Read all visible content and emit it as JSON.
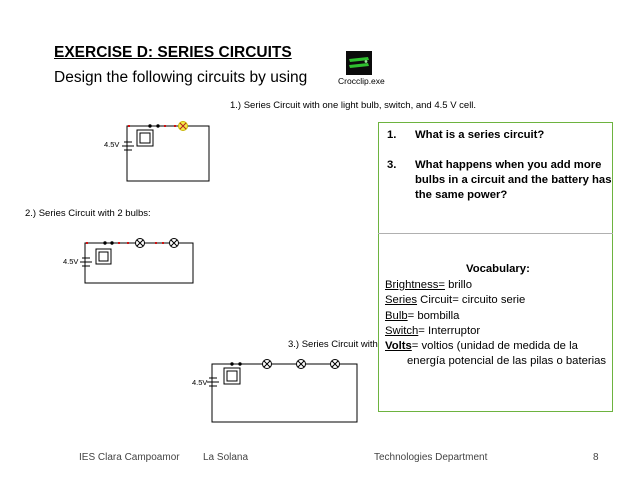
{
  "header": {
    "title": "EXERCISE D:  SERIES CIRCUITS",
    "subtitle": "Design the following circuits by using",
    "logo_label": "Crocclip.exe"
  },
  "circuits": [
    {
      "caption": "1.) Series Circuit with one  light bulb, switch, and 4.5 V cell.",
      "voltage": "4.5V"
    },
    {
      "caption": "2.) Series Circuit with 2 bulbs:",
      "voltage": "4.5V"
    },
    {
      "caption": "3.) Series Circuit with",
      "voltage": "4.5V"
    }
  ],
  "questions": [
    {
      "number": "1.",
      "text": "What is a series circuit?"
    },
    {
      "number": "3.",
      "text": "What happens when you add more bulbs in a circuit and the battery has the same power?"
    }
  ],
  "vocabulary": {
    "title": "Vocabulary:",
    "items": [
      {
        "term": "Brightness=",
        "definition": " brillo"
      },
      {
        "term": "Series",
        "term2": " Circuit",
        "definition": "= circuito serie"
      },
      {
        "term": "Bulb",
        "definition": "= bombilla"
      },
      {
        "term": "Switch",
        "definition": "= Interruptor"
      },
      {
        "term": "Volts",
        "definition": "= voltios (unidad de medida de la"
      }
    ],
    "continuation": "energía potencial de las pilas o baterias"
  },
  "footer": {
    "school": "IES Clara Campoamor",
    "location": "La Solana",
    "department": "Technologies Department",
    "page": "8"
  }
}
